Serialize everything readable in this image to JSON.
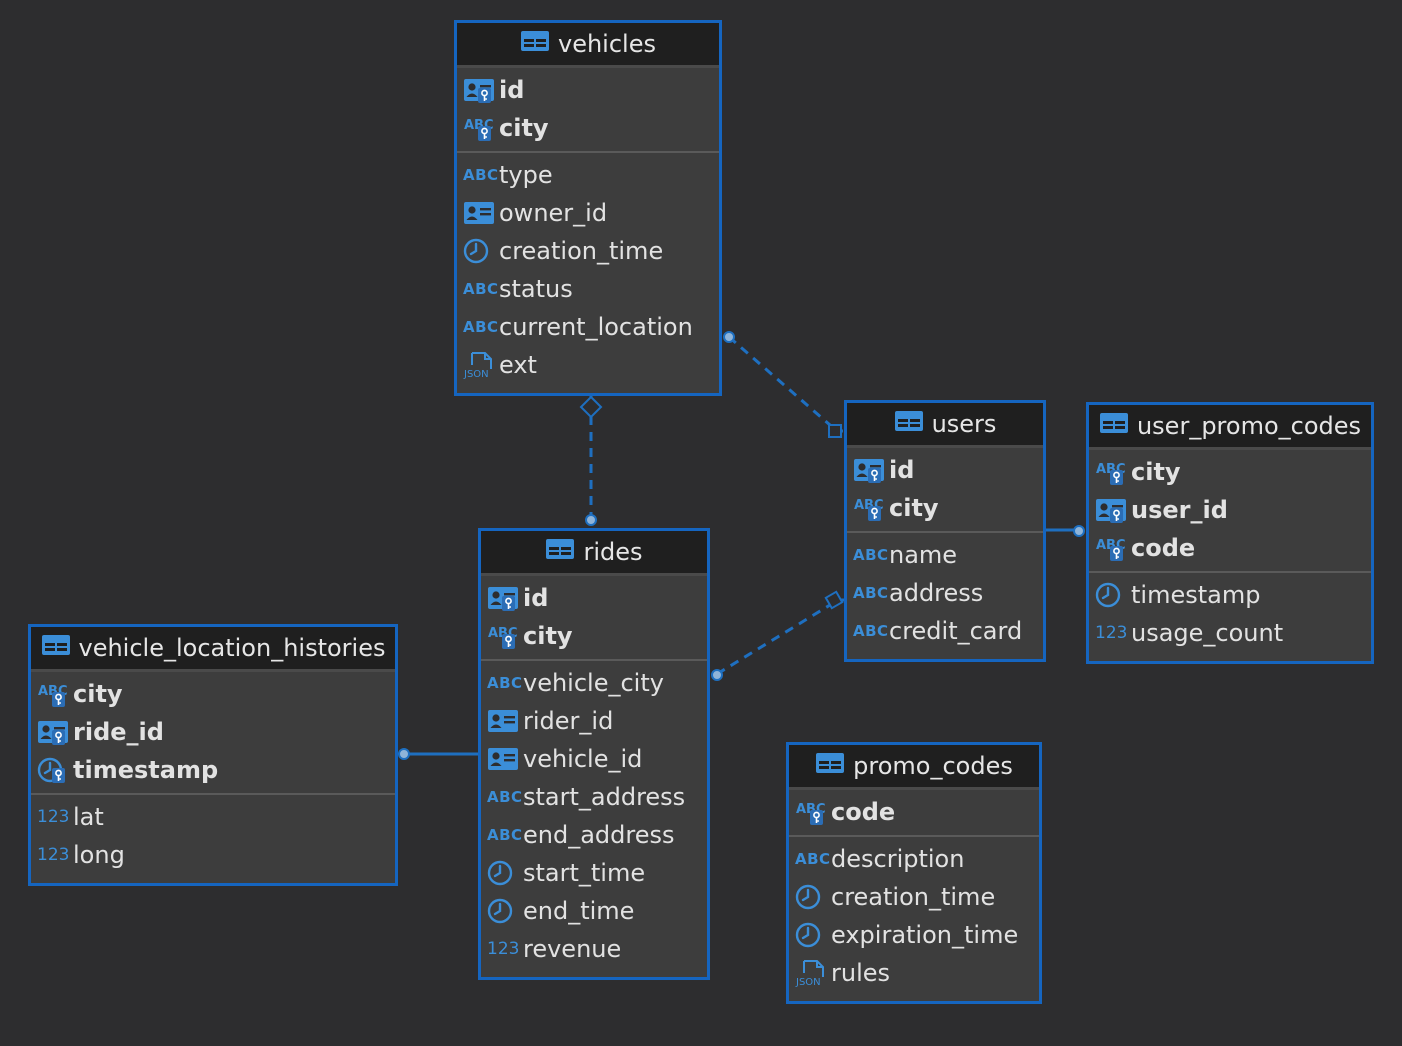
{
  "tables": {
    "vehicles": {
      "name": "vehicles",
      "key_columns": [
        {
          "name": "id",
          "icon": "uuid-key-icon"
        },
        {
          "name": "city",
          "icon": "string-key-icon"
        }
      ],
      "columns": [
        {
          "name": "type",
          "icon": "string-icon"
        },
        {
          "name": "owner_id",
          "icon": "uuid-icon"
        },
        {
          "name": "creation_time",
          "icon": "timestamp-icon"
        },
        {
          "name": "status",
          "icon": "string-icon"
        },
        {
          "name": "current_location",
          "icon": "string-icon"
        },
        {
          "name": "ext",
          "icon": "json-icon"
        }
      ]
    },
    "users": {
      "name": "users",
      "key_columns": [
        {
          "name": "id",
          "icon": "uuid-key-icon"
        },
        {
          "name": "city",
          "icon": "string-key-icon"
        }
      ],
      "columns": [
        {
          "name": "name",
          "icon": "string-icon"
        },
        {
          "name": "address",
          "icon": "string-icon"
        },
        {
          "name": "credit_card",
          "icon": "string-icon"
        }
      ]
    },
    "user_promo_codes": {
      "name": "user_promo_codes",
      "key_columns": [
        {
          "name": "city",
          "icon": "string-key-icon"
        },
        {
          "name": "user_id",
          "icon": "uuid-key-icon"
        },
        {
          "name": "code",
          "icon": "string-key-icon"
        }
      ],
      "columns": [
        {
          "name": "timestamp",
          "icon": "timestamp-icon"
        },
        {
          "name": "usage_count",
          "icon": "number-icon"
        }
      ]
    },
    "rides": {
      "name": "rides",
      "key_columns": [
        {
          "name": "id",
          "icon": "uuid-key-icon"
        },
        {
          "name": "city",
          "icon": "string-key-icon"
        }
      ],
      "columns": [
        {
          "name": "vehicle_city",
          "icon": "string-icon"
        },
        {
          "name": "rider_id",
          "icon": "uuid-icon"
        },
        {
          "name": "vehicle_id",
          "icon": "uuid-icon"
        },
        {
          "name": "start_address",
          "icon": "string-icon"
        },
        {
          "name": "end_address",
          "icon": "string-icon"
        },
        {
          "name": "start_time",
          "icon": "timestamp-icon"
        },
        {
          "name": "end_time",
          "icon": "timestamp-icon"
        },
        {
          "name": "revenue",
          "icon": "number-icon"
        }
      ]
    },
    "vehicle_location_histories": {
      "name": "vehicle_location_histories",
      "key_columns": [
        {
          "name": "city",
          "icon": "string-key-icon"
        },
        {
          "name": "ride_id",
          "icon": "uuid-key-icon"
        },
        {
          "name": "timestamp",
          "icon": "timestamp-key-icon"
        }
      ],
      "columns": [
        {
          "name": "lat",
          "icon": "number-icon"
        },
        {
          "name": "long",
          "icon": "number-icon"
        }
      ]
    },
    "promo_codes": {
      "name": "promo_codes",
      "key_columns": [
        {
          "name": "code",
          "icon": "string-key-icon"
        }
      ],
      "columns": [
        {
          "name": "description",
          "icon": "string-icon"
        },
        {
          "name": "creation_time",
          "icon": "timestamp-icon"
        },
        {
          "name": "expiration_time",
          "icon": "timestamp-icon"
        },
        {
          "name": "rules",
          "icon": "json-icon"
        }
      ]
    }
  },
  "icon_labels": {
    "string": "ABC",
    "number": "123",
    "json": "JSON"
  },
  "relationships": [
    {
      "from": "vehicles",
      "to": "users",
      "style": "dashed"
    },
    {
      "from": "vehicles",
      "to": "rides",
      "style": "dashed"
    },
    {
      "from": "rides",
      "to": "users",
      "style": "dashed"
    },
    {
      "from": "user_promo_codes",
      "to": "users",
      "style": "solid"
    },
    {
      "from": "vehicle_location_histories",
      "to": "rides",
      "style": "solid"
    }
  ],
  "colors": {
    "background": "#2d2d2f",
    "entity_border": "#1565c0",
    "entity_body": "#3d3d3d",
    "entity_header": "#1f1f1f",
    "icon_blue": "#3b8ed8",
    "text": "#e2e2e2",
    "connector": "#1e6fc0"
  }
}
